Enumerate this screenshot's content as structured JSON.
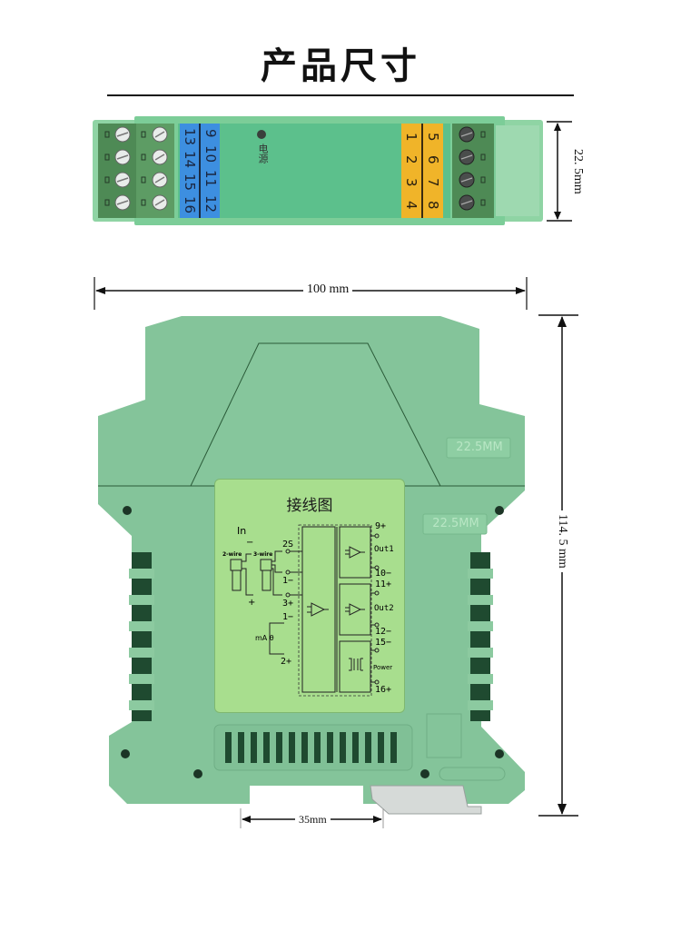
{
  "header": {
    "title": "产品尺寸"
  },
  "top_view": {
    "blue_terminals_left": [
      "13",
      "14",
      "15",
      "16"
    ],
    "blue_terminals_right": [
      "9",
      "10",
      "11",
      "12"
    ],
    "yellow_terminals_left": [
      "1",
      "2",
      "3",
      "4"
    ],
    "yellow_terminals_right": [
      "5",
      "6",
      "7",
      "8"
    ],
    "power_indicator_label": "电源",
    "height_dimension": "22. 5mm",
    "colors": {
      "body": "#5cc08c",
      "blue_strip": "#3d8fe0",
      "yellow_strip": "#f0b429",
      "terminal_block": "#4f8f5a"
    }
  },
  "front_view": {
    "width_dimension": "100 mm",
    "height_dimension": "114. 5 mm",
    "rail_dimension": "35mm",
    "embossed_label_1": "22.5MM",
    "embossed_label_2": "22.5MM",
    "colors": {
      "housing": "#84c49a",
      "label": "#a8de8e"
    },
    "wiring_label": {
      "title": "接线图",
      "input_label": "In",
      "wire_2": "2-wire",
      "wire_3": "3-wire",
      "minus": "−",
      "plus": "+",
      "terminals_in": [
        "2S",
        "1−",
        "3+",
        "1−",
        "2+"
      ],
      "ma_label": "mA θ",
      "outputs": [
        {
          "top": "9+",
          "name": "Out1",
          "bottom": "10−"
        },
        {
          "top": "11+",
          "name": "Out2",
          "bottom": "12−"
        },
        {
          "top": "15−",
          "name": "Power",
          "bottom": "16+"
        }
      ]
    }
  }
}
